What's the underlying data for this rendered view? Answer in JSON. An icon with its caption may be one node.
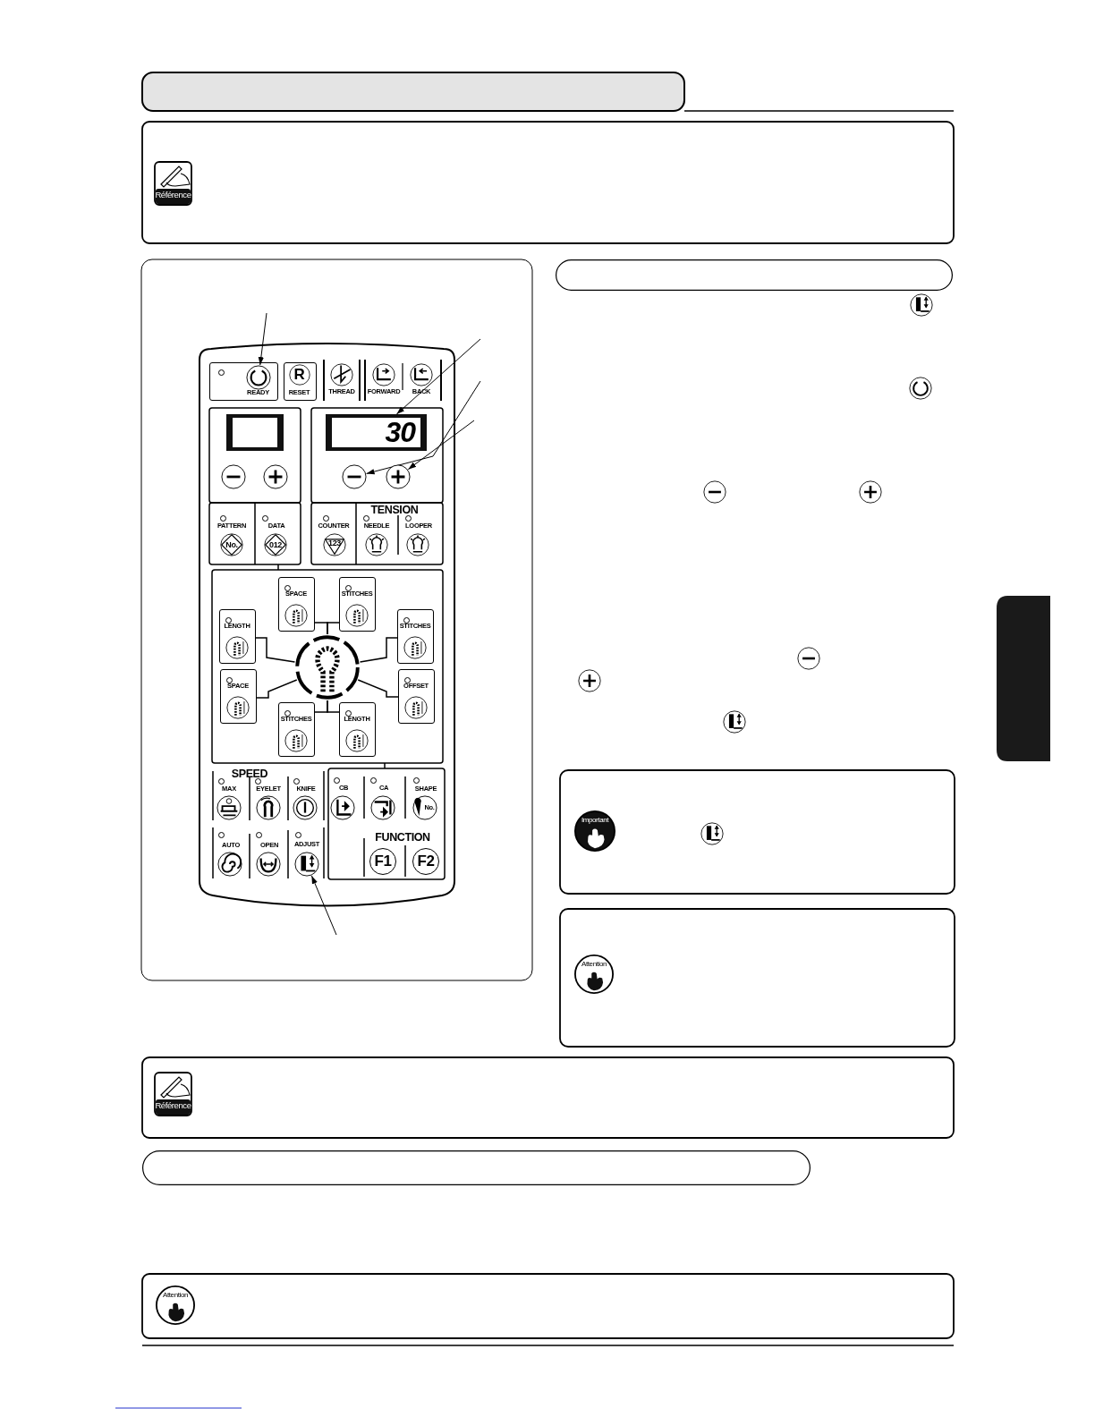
{
  "diagram": {
    "nodes": [
      {
        "text": [
          "READY"
        ]
      },
      {
        "text": [],
        "shape": "circle",
        "in": 0
      },
      {
        "text": [
          "R",
          "RESET"
        ]
      },
      {
        "text": [
          "THREAD"
        ]
      },
      {
        "text": [
          "FORWARD"
        ]
      },
      {
        "text": [
          "BACK"
        ]
      },
      {
        "text": [],
        "shape": "box"
      },
      {
        "text": [],
        "shape": "circle"
      },
      {
        "text": [],
        "shape": "circle"
      },
      {
        "text": [
          "30"
        ]
      },
      {
        "text": [],
        "shape": "circle"
      },
      {
        "text": [],
        "shape": "circle"
      },
      {
        "text": [
          "PATTERN",
          "No."
        ]
      },
      {
        "text": [
          "DATA",
          "012"
        ]
      },
      {
        "text": [
          "COUNTER",
          "123"
        ]
      },
      {
        "text": [
          "NEEDLE"
        ]
      },
      {
        "text": [
          "LOOPER"
        ]
      },
      {
        "text": [],
        "shape": "circle"
      },
      {
        "text": [
          "SPACE"
        ]
      },
      {
        "text": [
          "STITCHES"
        ]
      },
      {
        "text": [
          "LENGTH"
        ]
      },
      {
        "text": [
          "STITCHES"
        ]
      },
      {
        "text": [
          "SPACE"
        ]
      },
      {
        "text": [
          "OFFSET"
        ]
      },
      {
        "text": [
          "STITCHES"
        ]
      },
      {
        "text": [
          "LENGTH"
        ]
      },
      {
        "text": [
          "MAX"
        ]
      },
      {
        "text": [
          "EYELET"
        ]
      },
      {
        "text": [
          "KNIFE"
        ]
      },
      {
        "text": [
          "AUTO"
        ]
      },
      {
        "text": [
          "OPEN"
        ]
      },
      {
        "text": [
          "ADJUST"
        ]
      },
      {
        "text": [],
        "shape": "circle"
      },
      {
        "text": [
          "CB"
        ]
      },
      {
        "text": [
          "CA"
        ]
      },
      {
        "text": [
          "SHAPE",
          "No."
        ]
      },
      {
        "text": [
          "F1"
        ]
      },
      {
        "text": [
          "F2"
        ]
      },
      {
        "text": [],
        "shape": "box"
      },
      {
        "text": [],
        "shape": "box"
      },
      {
        "text": [],
        "shape": "box"
      }
    ],
    "edges": [
      {
        "from": null,
        "to": 1,
        "arrow": "to"
      },
      {
        "from": null,
        "to": 9,
        "arrow": "to"
      },
      {
        "from": null,
        "to": 10,
        "arrow": "to"
      },
      {
        "from": null,
        "to": 11,
        "arrow": "to"
      },
      {
        "from": null,
        "to": 32,
        "arrow": "to"
      },
      {
        "from": 17,
        "to": 18,
        "arrow": "none"
      },
      {
        "from": 17,
        "to": 19,
        "arrow": "none"
      },
      {
        "from": 17,
        "to": 20,
        "arrow": "none"
      },
      {
        "from": 17,
        "to": 21,
        "arrow": "none"
      },
      {
        "from": 17,
        "to": 22,
        "arrow": "none"
      },
      {
        "from": 17,
        "to": 23,
        "arrow": "none"
      },
      {
        "from": 17,
        "to": 24,
        "arrow": "none"
      },
      {
        "from": 17,
        "to": 25,
        "arrow": "none"
      }
    ],
    "labels": [
      "Référence",
      "TENSION",
      "SPEED",
      "FUNCTION",
      "Important",
      "Attention",
      "Référence",
      "Attention"
    ]
  }
}
